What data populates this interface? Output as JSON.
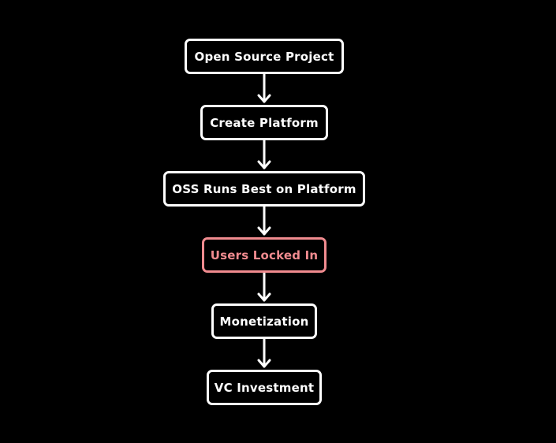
{
  "colors": {
    "background": "#000000",
    "node_stroke": "#ffffff",
    "node_text": "#ffffff",
    "highlight": "#f08b8f"
  },
  "nodes": [
    {
      "label": "Open Source Project"
    },
    {
      "label": "Create Platform"
    },
    {
      "label": "OSS Runs Best on Platform"
    },
    {
      "label": "Users Locked In"
    },
    {
      "label": "Monetization"
    },
    {
      "label": "VC Investment"
    }
  ]
}
